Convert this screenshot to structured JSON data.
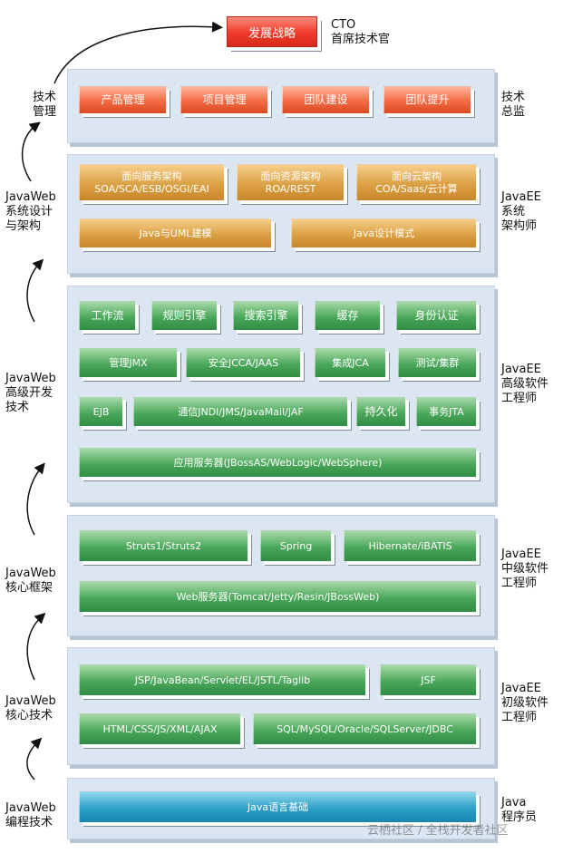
{
  "top": {
    "box": "发展战略",
    "role_line1": "CTO",
    "role_line2": "首席技术官"
  },
  "tiers": [
    {
      "left_label": [
        "技术",
        "管理"
      ],
      "right_label": [
        "技术",
        "总监"
      ],
      "boxes": [
        "产品管理",
        "项目管理",
        "团队建设",
        "团队提升"
      ]
    },
    {
      "left_label": [
        "JavaWeb",
        "系统设计",
        "与架构"
      ],
      "right_label": [
        "JavaEE",
        "系统",
        "架构师"
      ],
      "boxes": [
        [
          "面向服务架构",
          "SOA/SCA/ESB/OSGI/EAI"
        ],
        [
          "面向资源架构",
          "ROA/REST"
        ],
        [
          "面向云架构",
          "COA/Saas/云计算"
        ],
        [
          "Java与UML建模"
        ],
        [
          "Java设计模式"
        ]
      ]
    },
    {
      "left_label": [
        "JavaWeb",
        "高级开发",
        "技术"
      ],
      "right_label": [
        "JavaEE",
        "高级软件",
        "工程师"
      ],
      "boxes": [
        "工作流",
        "规则引擎",
        "搜索引擎",
        "缓存",
        "身份认证",
        "管理JMX",
        "安全JCCA/JAAS",
        "集成JCA",
        "测试/集群",
        "EJB",
        "通信JNDI/JMS/JavaMail/JAF",
        "持久化",
        "事务JTA",
        "应用服务器(JBossAS/WebLogic/WebSphere)"
      ]
    },
    {
      "left_label": [
        "JavaWeb",
        "核心框架"
      ],
      "right_label": [
        "JavaEE",
        "中级软件",
        "工程师"
      ],
      "boxes": [
        "Struts1/Struts2",
        "Spring",
        "Hibernate/iBATIS",
        "Web服务器(Tomcat/Jetty/Resin/JBossWeb)"
      ]
    },
    {
      "left_label": [
        "JavaWeb",
        "核心技术"
      ],
      "right_label": [
        "JavaEE",
        "初级软件",
        "工程师"
      ],
      "boxes": [
        "JSP/JavaBean/Servlet/EL/JSTL/Taglib",
        "JSF",
        "HTML/CSS/JS/XML/AJAX",
        "SQL/MySQL/Oracle/SQLServer/JDBC"
      ]
    },
    {
      "left_label": [
        "JavaWeb",
        "编程技术"
      ],
      "right_label": [
        "Java",
        "程序员"
      ],
      "boxes": [
        "Java语言基础"
      ]
    }
  ],
  "watermark": "云栖社区 / 全栈开发者社区"
}
